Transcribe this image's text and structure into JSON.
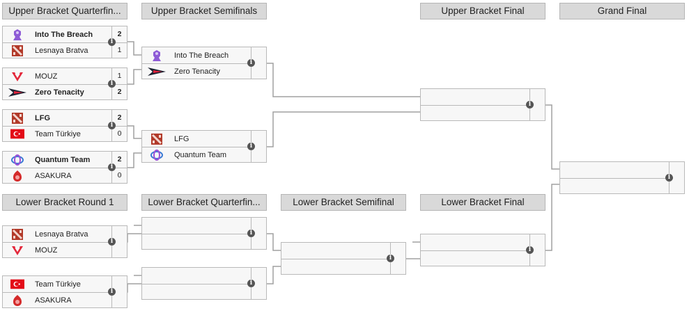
{
  "headers": {
    "ubqf": "Upper Bracket Quarterfin...",
    "ubsf": "Upper Bracket Semifinals",
    "ubf": "Upper Bracket Final",
    "gf": "Grand Final",
    "lbr1": "Lower Bracket Round 1",
    "lbqf": "Lower Bracket Quarterfin...",
    "lbsf": "Lower Bracket Semifinal",
    "lbf": "Lower Bracket Final"
  },
  "info_icon_glyph": "i",
  "matches": {
    "ubqf1": {
      "t1": {
        "name": "Into The Breach",
        "score": "2",
        "logo": "into-the-breach-logo"
      },
      "t2": {
        "name": "Lesnaya Bratva",
        "score": "1",
        "logo": "dota-logo"
      }
    },
    "ubqf2": {
      "t1": {
        "name": "MOUZ",
        "score": "1",
        "logo": "mouz-logo"
      },
      "t2": {
        "name": "Zero Tenacity",
        "score": "2",
        "logo": "zero-tenacity-logo"
      }
    },
    "ubqf3": {
      "t1": {
        "name": "LFG",
        "score": "2",
        "logo": "dota-logo"
      },
      "t2": {
        "name": "Team Türkiye",
        "score": "0",
        "logo": "turkey-flag"
      }
    },
    "ubqf4": {
      "t1": {
        "name": "Quantum Team",
        "score": "2",
        "logo": "quantum-team-logo"
      },
      "t2": {
        "name": "ASAKURA",
        "score": "0",
        "logo": "asakura-logo"
      }
    },
    "ubsf1": {
      "t1": {
        "name": "Into The Breach",
        "logo": "into-the-breach-logo"
      },
      "t2": {
        "name": "Zero Tenacity",
        "logo": "zero-tenacity-logo"
      }
    },
    "ubsf2": {
      "t1": {
        "name": "LFG",
        "logo": "dota-logo"
      },
      "t2": {
        "name": "Quantum Team",
        "logo": "quantum-team-logo"
      }
    },
    "lbr1_1": {
      "t1": {
        "name": "Lesnaya Bratva",
        "logo": "dota-logo"
      },
      "t2": {
        "name": "MOUZ",
        "logo": "mouz-logo"
      }
    },
    "lbr1_2": {
      "t1": {
        "name": "Team Türkiye",
        "logo": "turkey-flag"
      },
      "t2": {
        "name": "ASAKURA",
        "logo": "asakura-logo"
      }
    }
  },
  "colors": {
    "header_bg": "#d9d9d9",
    "line": "#9a9a9a",
    "match_bg": "#f7f7f7",
    "info": "#555555"
  }
}
